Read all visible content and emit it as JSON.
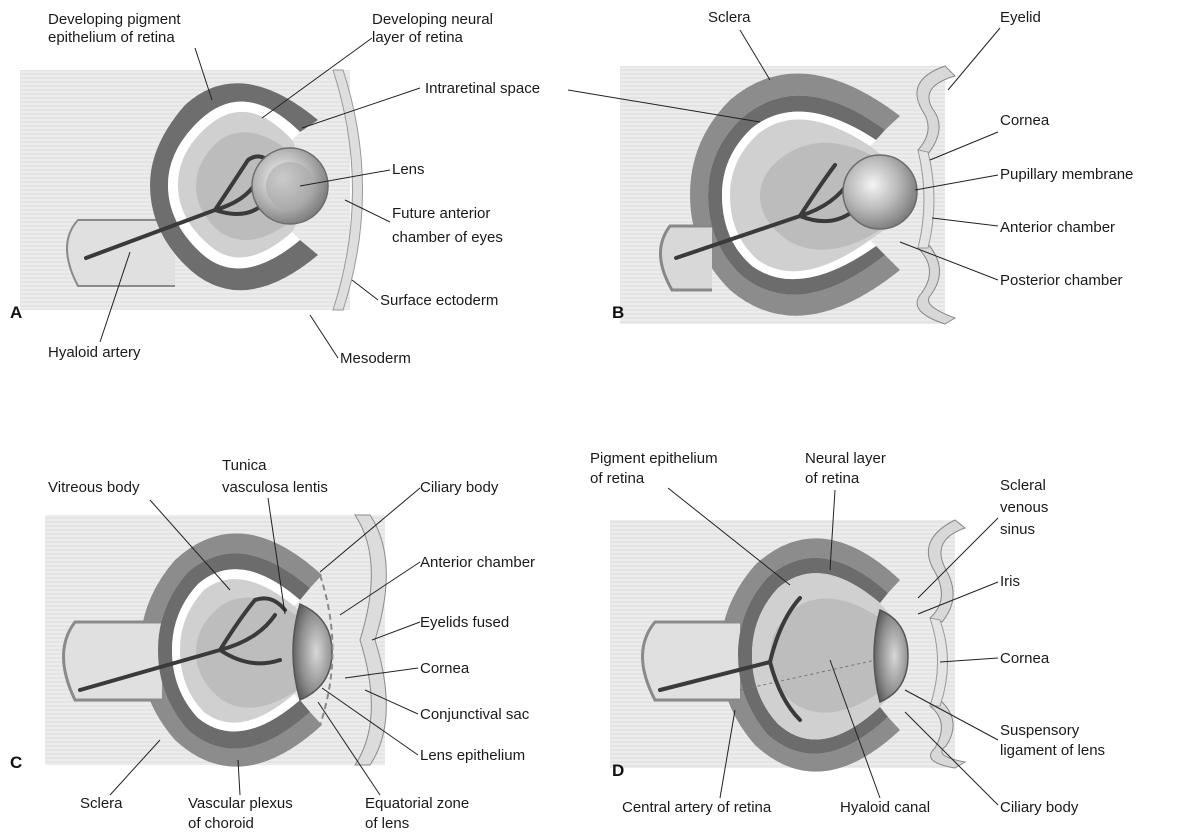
{
  "panels": {
    "A": {
      "letter": "A",
      "labels": {
        "dev_pigment_1": "Developing pigment",
        "dev_pigment_2": "epithelium of retina",
        "dev_neural_1": "Developing neural",
        "dev_neural_2": "layer of retina",
        "intraretinal": "Intraretinal space",
        "lens": "Lens",
        "future_ant_1": "Future anterior",
        "future_ant_2": "chamber of eyes",
        "surface_ecto": "Surface ectoderm",
        "hyaloid": "Hyaloid artery",
        "mesoderm": "Mesoderm"
      }
    },
    "B": {
      "letter": "B",
      "labels": {
        "sclera": "Sclera",
        "eyelid": "Eyelid",
        "cornea": "Cornea",
        "pupillary": "Pupillary membrane",
        "anterior": "Anterior chamber",
        "posterior": "Posterior chamber"
      }
    },
    "C": {
      "letter": "C",
      "labels": {
        "vitreous": "Vitreous body",
        "tunica_1": "Tunica",
        "tunica_2": "vasculosa lentis",
        "ciliary": "Ciliary body",
        "anterior": "Anterior chamber",
        "eyelids_fused": "Eyelids fused",
        "cornea": "Cornea",
        "conj_sac": "Conjunctival sac",
        "lens_epi": "Lens epithelium",
        "sclera": "Sclera",
        "vasc_plexus_1": "Vascular plexus",
        "vasc_plexus_2": "of choroid",
        "equatorial_1": "Equatorial zone",
        "equatorial_2": "of lens"
      }
    },
    "D": {
      "letter": "D",
      "labels": {
        "pigment_1": "Pigment epithelium",
        "pigment_2": "of retina",
        "neural_1": "Neural layer",
        "neural_2": "of retina",
        "scleral_1": "Scleral",
        "scleral_2": "venous",
        "scleral_3": "sinus",
        "iris": "Iris",
        "cornea": "Cornea",
        "suspensory_1": "Suspensory",
        "suspensory_2": "ligament of lens",
        "central_artery": "Central artery of retina",
        "hyaloid_canal": "Hyaloid canal",
        "ciliary": "Ciliary body"
      }
    }
  },
  "colors": {
    "mesenchyme": "#e9e9e9",
    "retina_fill": "#d2d2d2",
    "vitreous": "#bdbdbd",
    "sclera": "#8e8e8e",
    "pigment": "#6d6d6d",
    "vessel": "#3d3d3d",
    "lens": "#b0b0b0",
    "ectoderm": "#dcdcdc"
  }
}
